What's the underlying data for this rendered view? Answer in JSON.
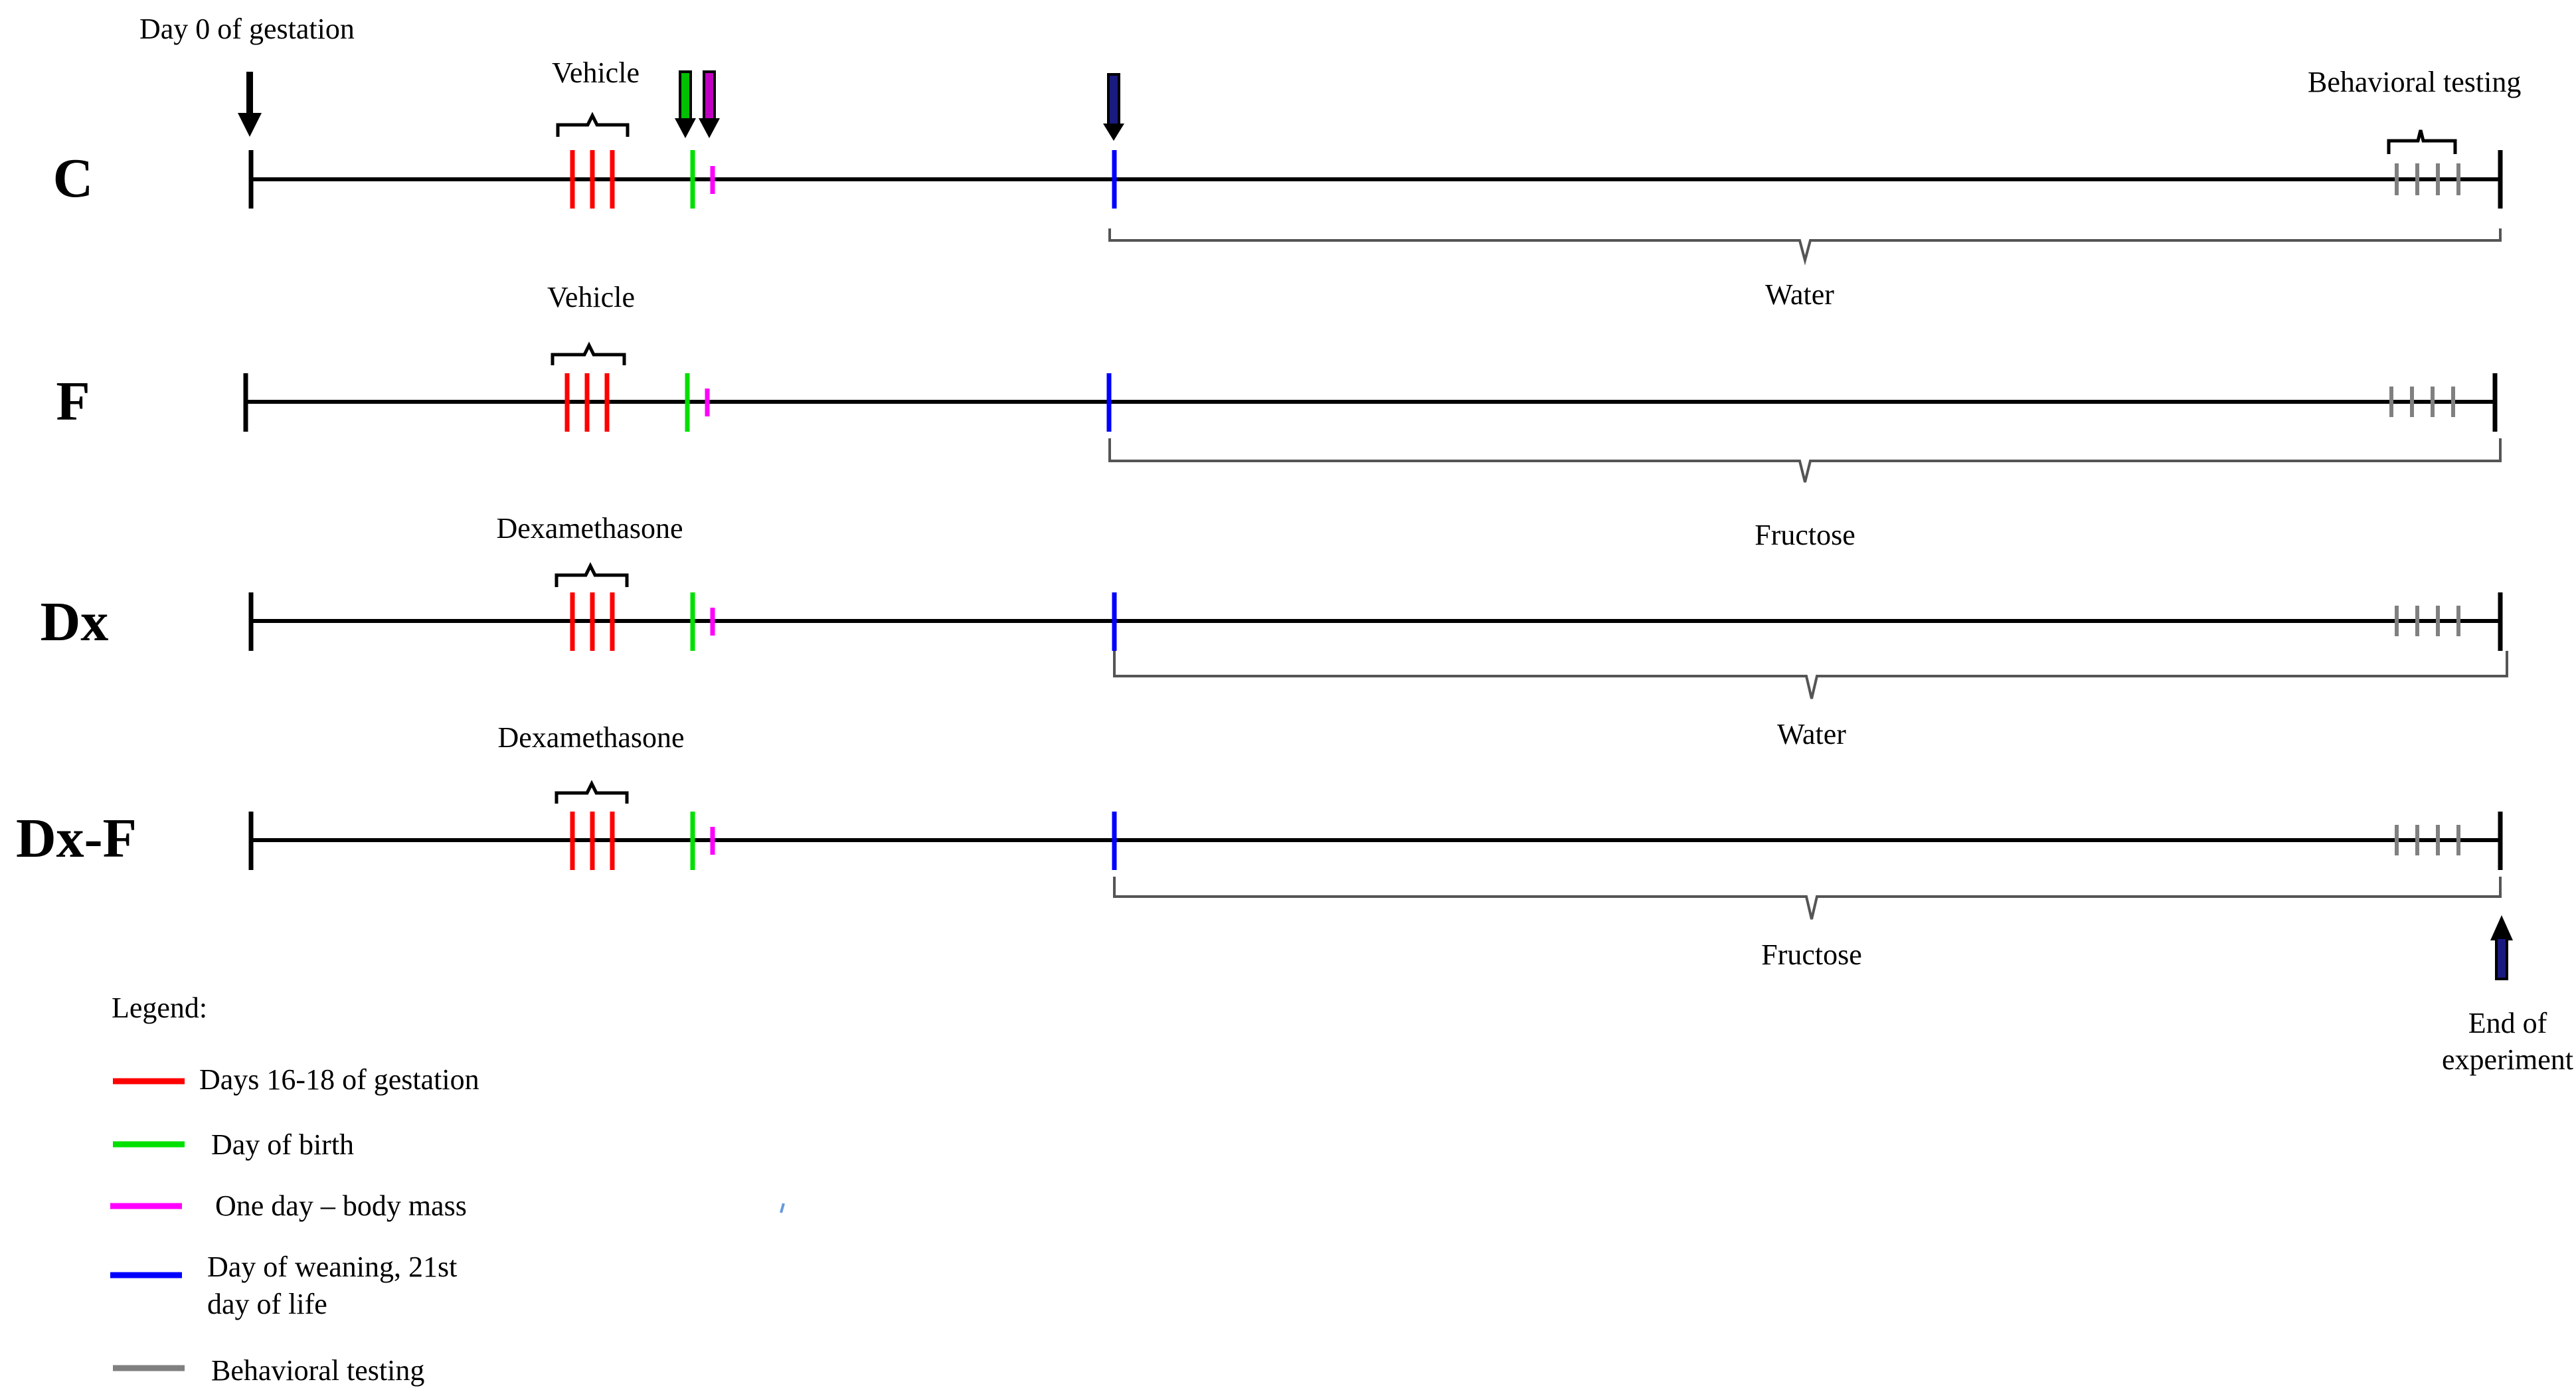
{
  "annotations": {
    "day0": "Day 0 of gestation",
    "behavioral": "Behavioral testing",
    "end_line1": "End of",
    "end_line2": "experiment"
  },
  "groups": [
    {
      "id": "c",
      "label": "C",
      "prenatal": "Vehicle",
      "diet": "Water"
    },
    {
      "id": "f",
      "label": "F",
      "prenatal": "Vehicle",
      "diet": "Fructose"
    },
    {
      "id": "dx",
      "label": "Dx",
      "prenatal": "Dexamethasone",
      "diet": "Water"
    },
    {
      "id": "dxf",
      "label": "Dx-F",
      "prenatal": "Dexamethasone",
      "diet": "Fructose"
    }
  ],
  "legend": {
    "title": "Legend:",
    "items": [
      {
        "id": "gestation",
        "label": "Days 16-18 of gestation",
        "color": "#ff0000"
      },
      {
        "id": "birth",
        "label": "Day of birth",
        "color": "#00e000"
      },
      {
        "id": "bodymass",
        "label": "One day – body mass",
        "color": "#ff00ff"
      },
      {
        "id": "weaning",
        "label": "Day of weaning, 21st",
        "label2": "day of life",
        "color": "#0000ff"
      },
      {
        "id": "testing",
        "label": "Behavioral testing",
        "color": "#808080"
      }
    ]
  }
}
